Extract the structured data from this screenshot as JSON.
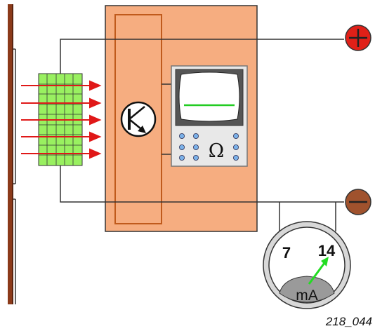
{
  "meter": {
    "scale_low": "7",
    "scale_high": "14",
    "unit": "mA",
    "needle_value": 14
  },
  "scope": {
    "symbol": "Ω"
  },
  "terminals": {
    "positive": "positive-terminal",
    "negative": "negative-terminal"
  },
  "figure_id": "218_044",
  "colors": {
    "box_fill": "#f6ad80",
    "box_stroke": "#c05a1c",
    "panel_green": "#99f060",
    "arrow_red": "#e01818",
    "plus_red": "#e02018",
    "minus_brown": "#a0522d",
    "needle_green": "#22dd22",
    "trace_green": "#22cc22",
    "board_brown": "#8b3a1a"
  }
}
